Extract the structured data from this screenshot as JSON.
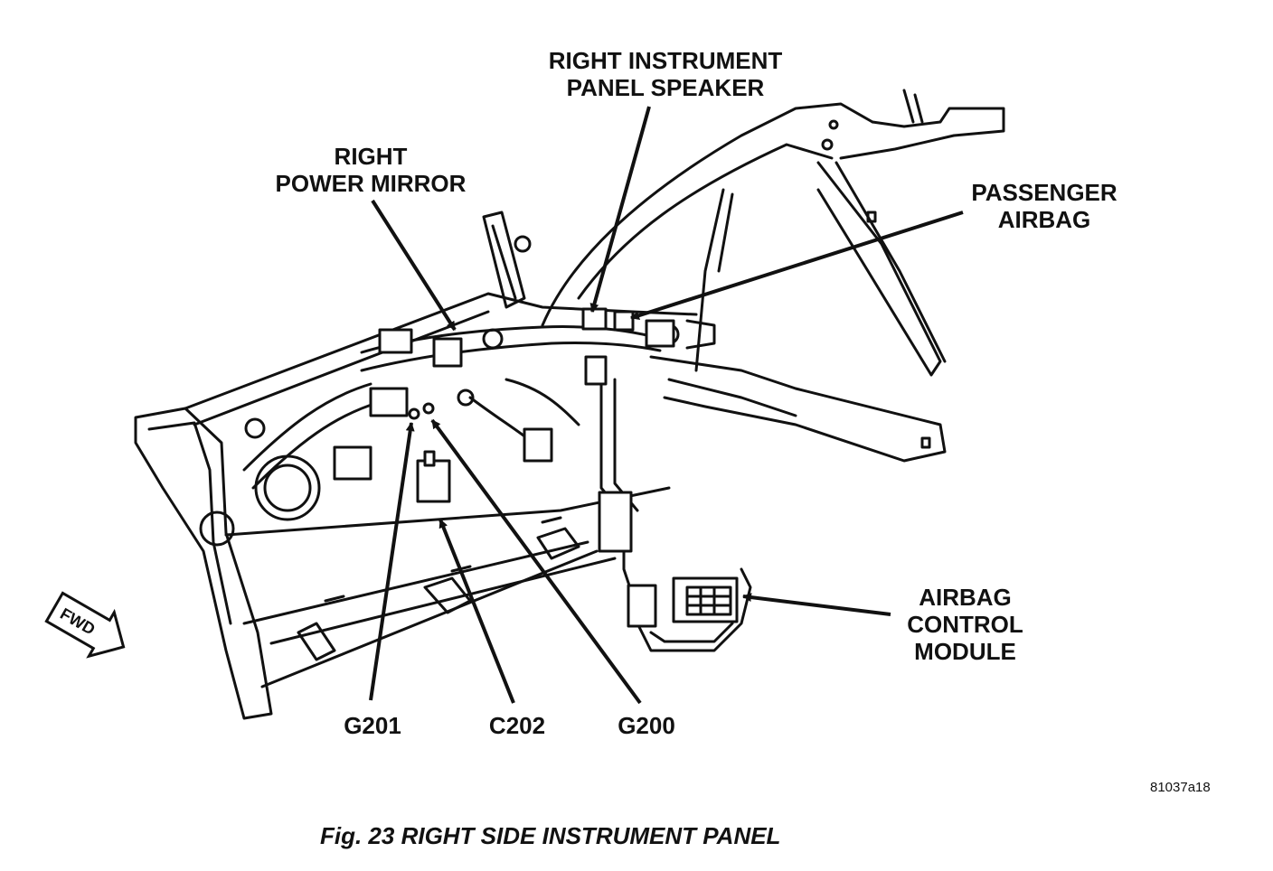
{
  "callouts": {
    "speaker": [
      "RIGHT INSTRUMENT",
      "PANEL SPEAKER"
    ],
    "mirror": [
      "RIGHT",
      "POWER MIRROR"
    ],
    "airbag": [
      "PASSENGER",
      "AIRBAG"
    ],
    "module": [
      "AIRBAG",
      "CONTROL",
      "MODULE"
    ],
    "g201": "G201",
    "c202": "C202",
    "g200": "G200"
  },
  "fwd_label": "FWD",
  "figure_code": "81037a18",
  "caption": "Fig. 23 RIGHT SIDE INSTRUMENT PANEL"
}
